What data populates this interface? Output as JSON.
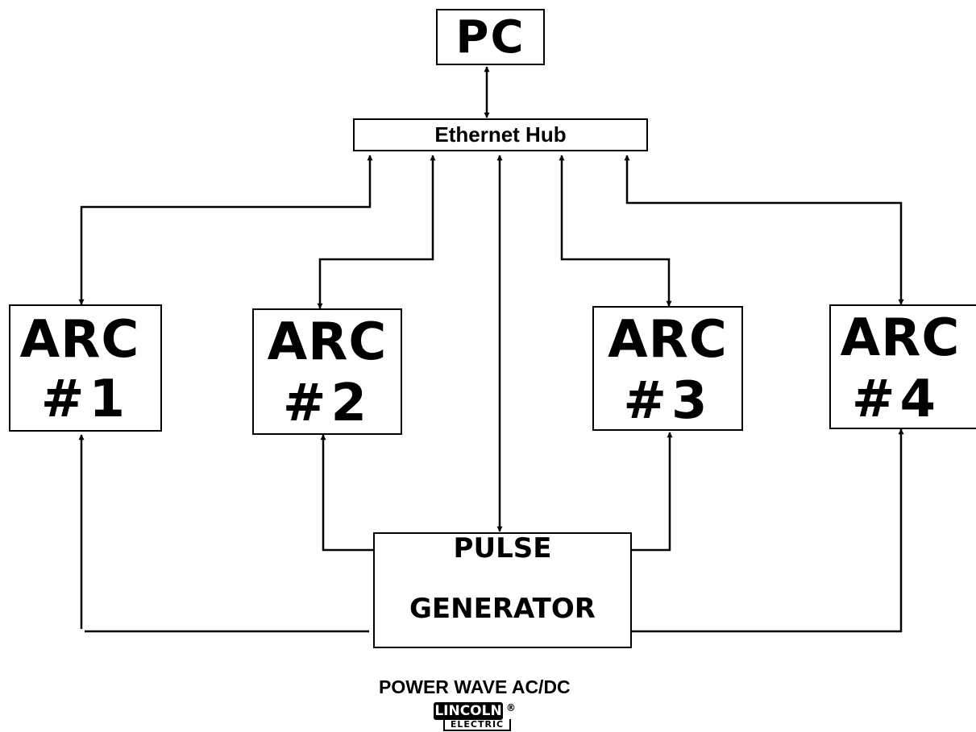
{
  "pc": {
    "label": "PC"
  },
  "hub": {
    "label": "Ethernet Hub"
  },
  "arcs": [
    {
      "title": "ARC",
      "number": "#1"
    },
    {
      "title": "ARC",
      "number": "#2"
    },
    {
      "title": "ARC",
      "number": "#3"
    },
    {
      "title": "ARC",
      "number": "#4"
    }
  ],
  "pulse_generator": {
    "line1": "PULSE",
    "line2": "GENERATOR"
  },
  "footer": {
    "title": "POWER WAVE AC/DC",
    "logo_top": "LINCOLN",
    "logo_registered": "®",
    "logo_bottom": "ELECTRIC"
  }
}
